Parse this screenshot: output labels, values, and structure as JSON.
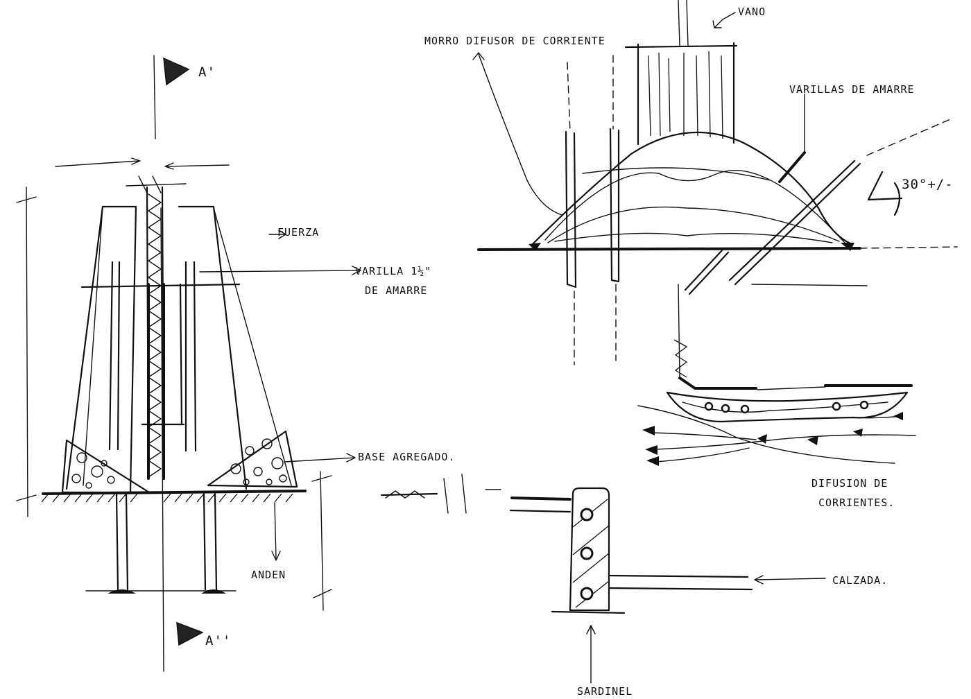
{
  "labels": {
    "section_a_top": "A'",
    "section_a_bottom": "A''",
    "fuerza": "FUERZA",
    "varilla_line1": "VARILLA 1½\"",
    "varilla_line2": "DE AMARRE",
    "base_agregado": "BASE AGREGADO.",
    "anden": "ANDEN",
    "vano": "VANO",
    "morro": "MORRO DIFUSOR DE CORRIENTE",
    "varillas_amarre": "VARILLAS DE AMARRE",
    "angle": "30°+/-",
    "difusion_line1": "DIFUSION DE",
    "difusion_line2": "CORRIENTES.",
    "calzada": "CALZADA.",
    "sardinel": "SARDINEL"
  }
}
